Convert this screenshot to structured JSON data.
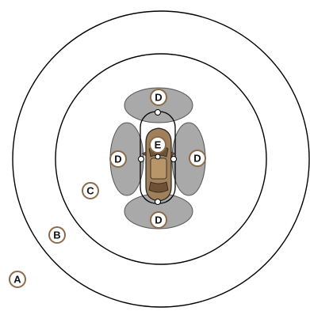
{
  "diagram": {
    "labels": {
      "a": "A",
      "b": "B",
      "c": "C",
      "d_top": "D",
      "d_left": "D",
      "d_right": "D",
      "d_bottom": "D",
      "e": "E"
    },
    "colors": {
      "ring_stroke": "#000000",
      "zone_fill": "#a9a9a9",
      "badge_border": "#8b6b4a",
      "car_body": "#a0805a",
      "car_dark": "#6e5235",
      "car_outline": "#222222"
    }
  }
}
